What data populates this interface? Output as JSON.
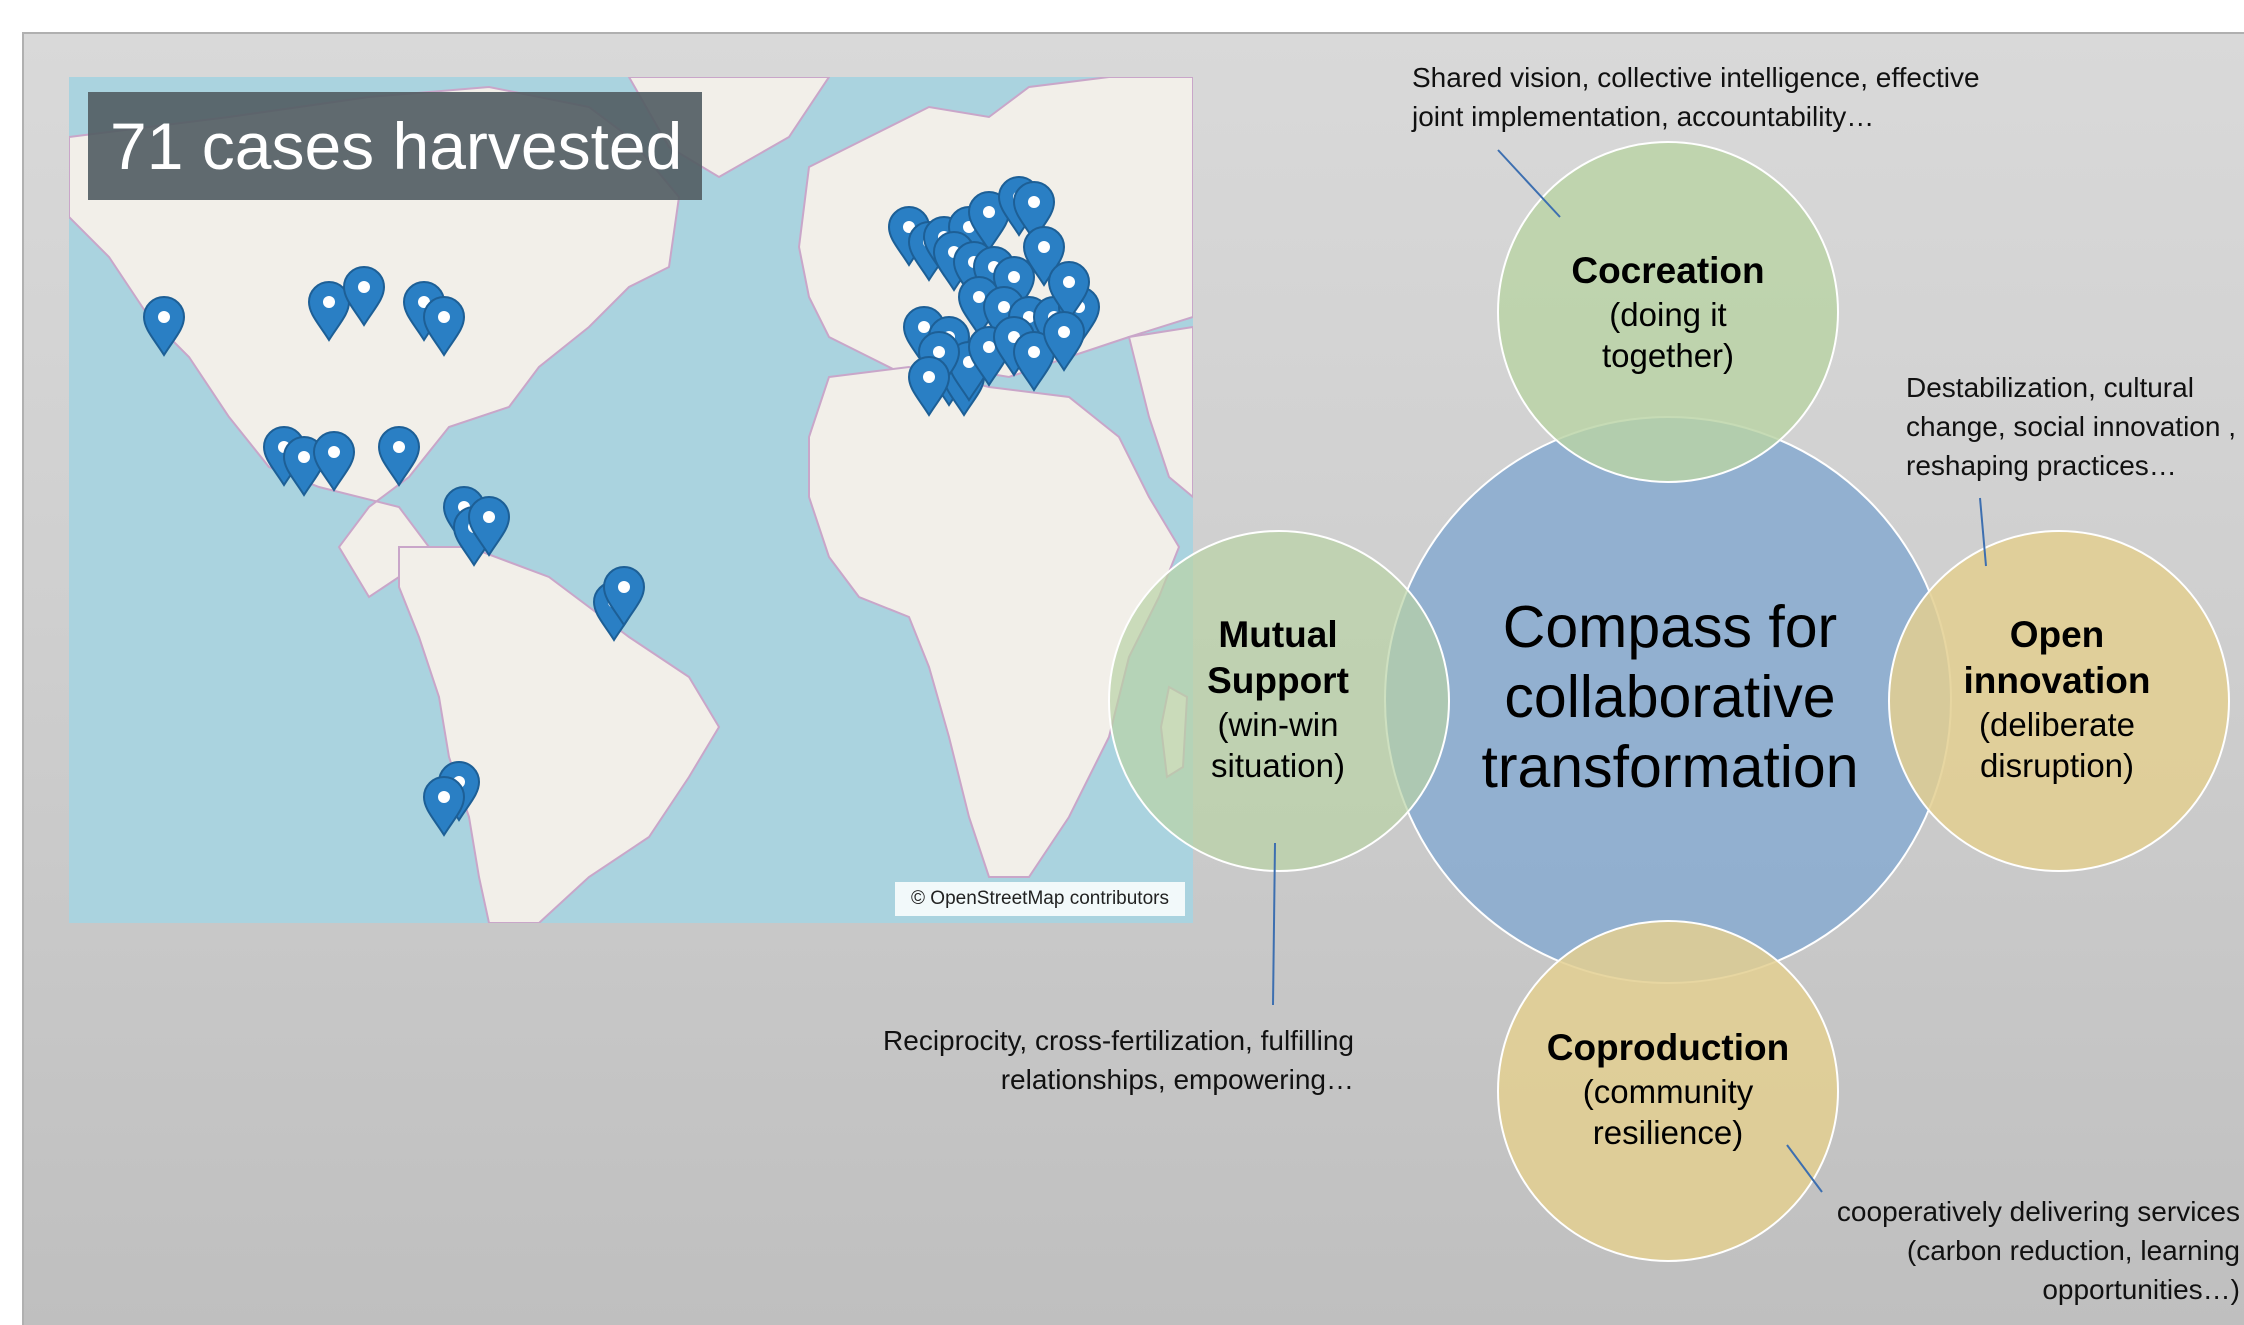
{
  "map": {
    "cases_label": "71 cases harvested",
    "credit": "© OpenStreetMap contributors",
    "colors": {
      "ocean": "#aad3df",
      "land": "#f2efe9",
      "border": "#c9a6c9",
      "pin": "#2a7fc4"
    },
    "pin_icon": "map-marker-icon"
  },
  "diagram": {
    "center": {
      "title_lines": [
        "Compass for",
        "collaborative",
        "transformation"
      ],
      "color": "#8eaed0"
    },
    "cocreation": {
      "title": "Cocreation",
      "sub_lines": [
        "(doing it",
        "together)"
      ],
      "color": "#b9d3a5"
    },
    "mutual_support": {
      "title_lines": [
        "Mutual",
        "Support"
      ],
      "sub_lines": [
        "(win-win",
        "situation)"
      ],
      "color": "#b9d3a5"
    },
    "open_innovation": {
      "title_lines": [
        "Open",
        "innovation"
      ],
      "sub_lines": [
        "(deliberate",
        "disruption)"
      ],
      "color": "#e3cf90"
    },
    "coproduction": {
      "title": "Coproduction",
      "sub_lines": [
        "(community",
        "resilience)"
      ],
      "color": "#e3cf90"
    }
  },
  "notes": {
    "cocreation": [
      "Shared vision, collective intelligence, effective",
      "joint implementation, accountability…"
    ],
    "open_innovation": [
      "Destabilization, cultural",
      "change, social innovation ,",
      "reshaping practices…"
    ],
    "mutual_support": [
      "Reciprocity, cross-fertilization, fulfilling",
      "relationships, empowering…"
    ],
    "coproduction": [
      "cooperatively delivering services",
      "(carbon reduction, learning",
      "opportunities…)"
    ]
  }
}
